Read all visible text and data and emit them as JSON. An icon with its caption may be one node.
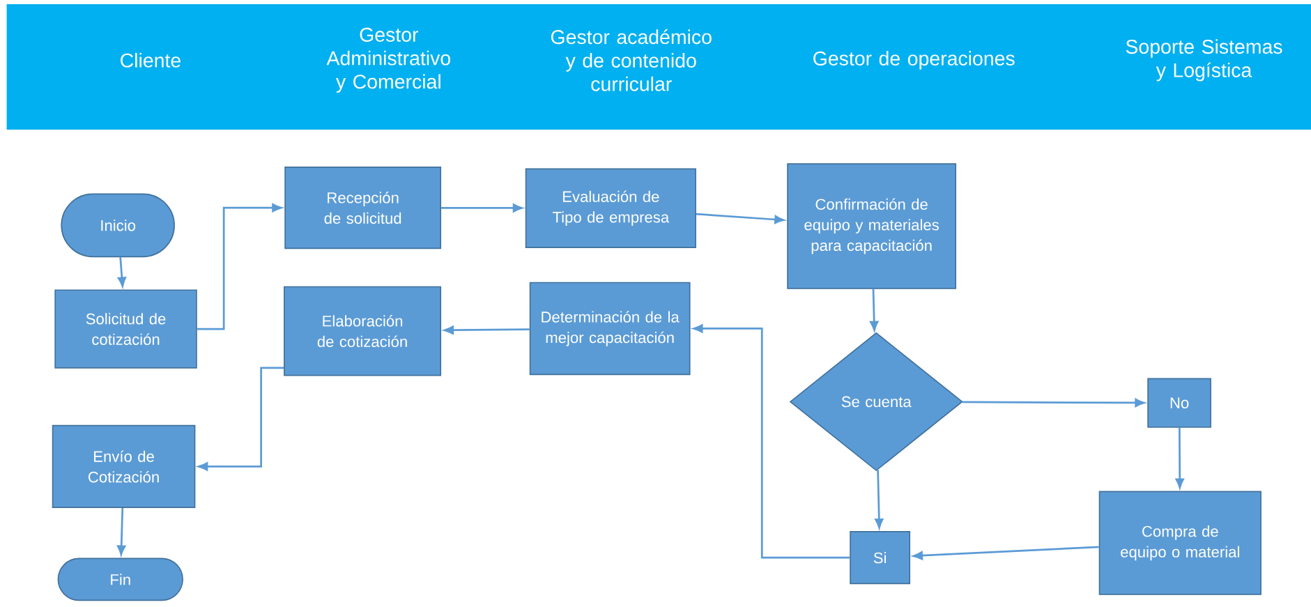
{
  "diagram": {
    "nodes": [
      {
        "text": [
          "Inicio"
        ]
      },
      {
        "text": [
          "Solicitud de cotización"
        ]
      },
      {
        "text": [
          "Recepción de solicitud"
        ]
      },
      {
        "text": [
          "Evaluación de Tipo de empresa"
        ]
      },
      {
        "text": [
          "Confirmación de equipo y materiales para capacitación"
        ]
      },
      {
        "text": [
          "Elaboración de cotización"
        ]
      },
      {
        "text": [
          "Determinación de la mejor capacitación"
        ]
      },
      {
        "text": [
          "Se cuenta"
        ]
      },
      {
        "text": [
          "No"
        ]
      },
      {
        "text": [
          "Envío de Cotización"
        ]
      },
      {
        "text": [
          "Compra de equipo o material"
        ]
      },
      {
        "text": [
          "Si"
        ]
      },
      {
        "text": [
          "Fin"
        ]
      }
    ],
    "edges": [
      {
        "from": 0,
        "to": 1,
        "arrow": "to"
      },
      {
        "from": 1,
        "to": 2,
        "arrow": "to"
      },
      {
        "from": 2,
        "to": 3,
        "arrow": "to"
      },
      {
        "from": 3,
        "to": 4,
        "arrow": "to"
      },
      {
        "from": 4,
        "to": 7,
        "arrow": "to"
      },
      {
        "from": 7,
        "to": 8,
        "arrow": "to"
      },
      {
        "from": 8,
        "to": 10,
        "arrow": "to"
      },
      {
        "from": 10,
        "to": 11,
        "arrow": "to"
      },
      {
        "from": 7,
        "to": 11,
        "arrow": "to"
      },
      {
        "from": 11,
        "to": 6,
        "arrow": "to"
      },
      {
        "from": 6,
        "to": 5,
        "arrow": "to"
      },
      {
        "from": 5,
        "to": 9,
        "arrow": "to"
      },
      {
        "from": 9,
        "to": 12,
        "arrow": "to"
      }
    ],
    "labels": [
      "Cliente",
      "Gestor Administrativo y Comercial",
      "Gestor académico y de contenido curricular",
      "Gestor de operaciones",
      "Soporte Sistemas y Logística"
    ]
  }
}
